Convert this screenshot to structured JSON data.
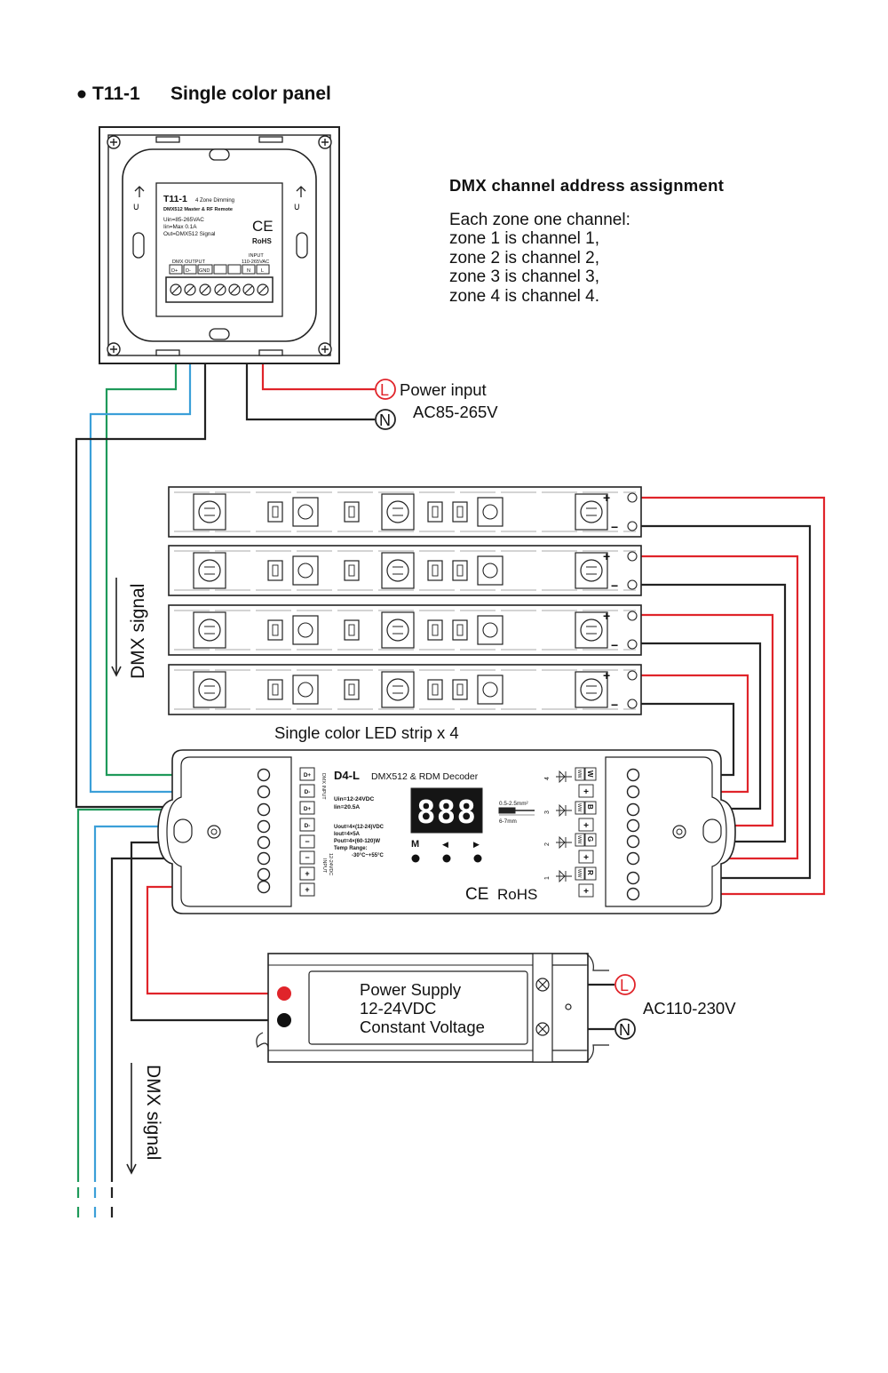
{
  "title": {
    "model": "T11-1",
    "name": "Single color panel"
  },
  "panel": {
    "model": "T11-1",
    "desc1": "4 Zone Dimming",
    "desc2": "DMX512 Master & RF Remote",
    "spec1": "Uin=85-265VAC",
    "spec2": "Iin=Max  0.1A",
    "spec3": "Out=DMX512 Signal",
    "ce": "CE",
    "rohs": "RoHS",
    "dmx_output_label": "DMX OUTPUT",
    "input_label": "INPUT",
    "input_range": "110-265VAC",
    "terminals": [
      "D+",
      "D-",
      "GND",
      "N",
      "L"
    ]
  },
  "assignment": {
    "heading": "DMX channel address assignment",
    "intro": "Each zone one channel:",
    "lines": [
      "zone 1 is channel 1,",
      "zone 2 is channel 2,",
      "zone 3 is channel 3,",
      "zone 4 is channel 4."
    ]
  },
  "power_input": {
    "L": "L",
    "N": "N",
    "label": "Power input",
    "range": "AC85-265V"
  },
  "strips": {
    "label": "Single color LED strip x 4",
    "plus": "+",
    "minus": "−"
  },
  "dmx_signal_label": "DMX signal",
  "decoder": {
    "model": "D4-L",
    "desc": "DMX512 & RDM Decoder",
    "uin": "Uin=12-24VDC",
    "iin": "Iin=20.5A",
    "uout": "Uout=4×(12-24)VDC",
    "iout": "Iout=4×5A",
    "pout": "Pout=4×(60-120)W",
    "temp_range": "Temp Range:",
    "temp_values": "-30°C~+55°C",
    "display": "888",
    "wire_spec1": "0.5-2.5mm²",
    "wire_spec2": "6-7mm",
    "buttons": [
      "M",
      "◀",
      "▶"
    ],
    "ce": "CE",
    "rohs": "RoHS",
    "dmx_input_label": "DMX INPUT",
    "power_input_label": "INPUT",
    "power_input_range": "12-24VDC",
    "dmx_terminals": [
      "D+",
      "D-",
      "D+",
      "D-"
    ],
    "power_terminals": [
      "−",
      "−",
      "+",
      "+"
    ],
    "channel_numbers": [
      "4",
      "3",
      "2",
      "1"
    ],
    "channel_letters": [
      "W",
      "B",
      "G",
      "R"
    ],
    "channel_ww": "WW",
    "channel_plus": "+"
  },
  "power_supply": {
    "line1": "Power Supply",
    "line2": "12-24VDC",
    "line3": "Constant Voltage",
    "L": "L",
    "N": "N",
    "ac": "AC110-230V"
  },
  "colors": {
    "red_wire": "#e0242a",
    "black_wire": "#222222",
    "green_wire": "#1f9a5a",
    "blue_wire": "#3b9fd8"
  }
}
